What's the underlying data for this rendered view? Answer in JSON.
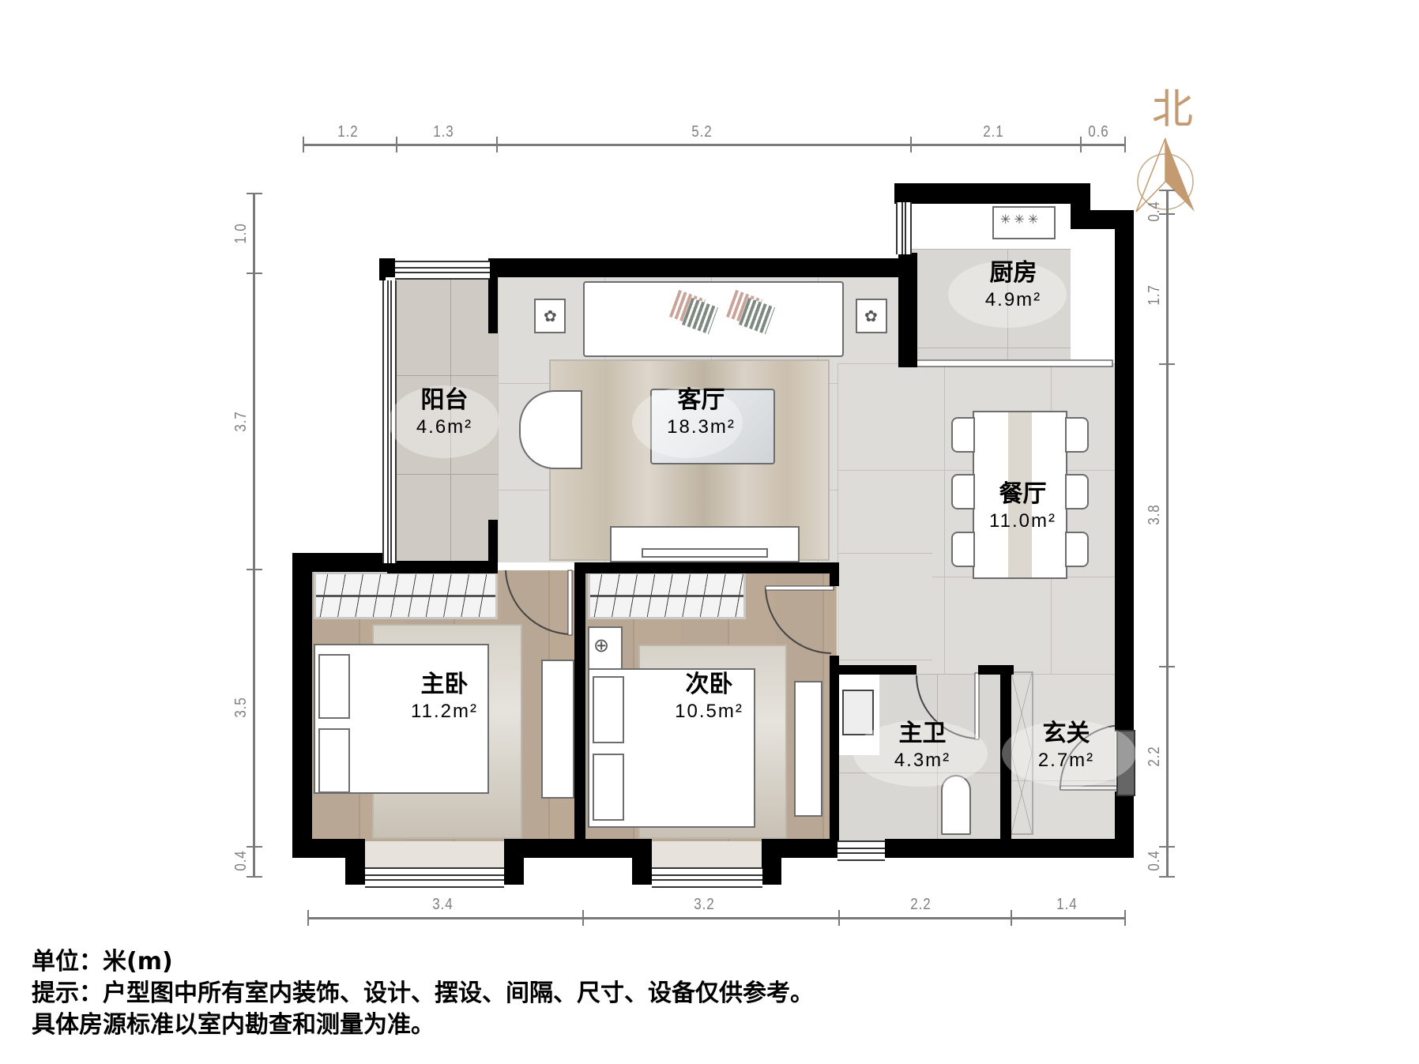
{
  "compass": {
    "label": "北",
    "color": "#c49a70"
  },
  "dimensions": {
    "top": [
      "1.2",
      "1.3",
      "5.2",
      "2.1",
      "0.6"
    ],
    "bottom": [
      "3.4",
      "3.2",
      "2.2",
      "1.4"
    ],
    "left": [
      "1.0",
      "3.7",
      "3.5",
      "0.4"
    ],
    "right": [
      "0.4",
      "1.7",
      "3.8",
      "2.2",
      "0.4"
    ]
  },
  "rooms": {
    "balcony": {
      "name": "阳台",
      "area": "4.6m²"
    },
    "living": {
      "name": "客厅",
      "area": "18.3m²"
    },
    "kitchen": {
      "name": "厨房",
      "area": "4.9m²"
    },
    "dining": {
      "name": "餐厅",
      "area": "11.0m²"
    },
    "master_bedroom": {
      "name": "主卧",
      "area": "11.2m²"
    },
    "second_bedroom": {
      "name": "次卧",
      "area": "10.5m²"
    },
    "master_bath": {
      "name": "主卫",
      "area": "4.3m²"
    },
    "entrance": {
      "name": "玄关",
      "area": "2.7m²"
    }
  },
  "notes": {
    "unit": "单位：米(m)",
    "hint": "提示：户型图中所有室内装饰、设计、摆设、间隔、尺寸、设备仅供参考。",
    "standard": "具体房源标准以室内勘查和测量为准。"
  },
  "colors": {
    "wall": "#000000",
    "dimension": "#7a7a7a",
    "wood_floor": "#b7a493",
    "tile": "#dedcd8"
  }
}
